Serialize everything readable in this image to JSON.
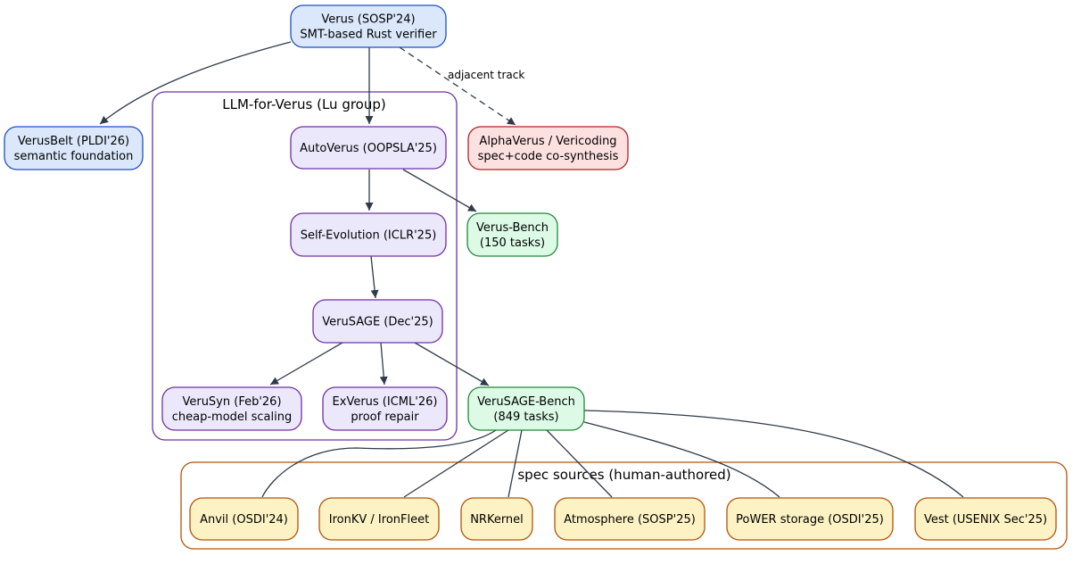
{
  "colors": {
    "edge": "#2f3a4a",
    "blue_fill": "#dbe8fb",
    "blue_stroke": "#1f4fc8",
    "purple_fill": "#ece8fc",
    "purple_stroke": "#7030a0",
    "red_fill": "#fde1e1",
    "red_stroke": "#b22222",
    "green_fill": "#dcfae6",
    "green_stroke": "#218838",
    "yellow_fill": "#fdf2c4",
    "yellow_stroke": "#b45309",
    "cluster_purple": "#7030a0",
    "cluster_orange": "#b45309"
  },
  "clusters": {
    "llm_for_verus": {
      "label": "LLM-for-Verus (Lu group)"
    },
    "spec_sources": {
      "label": "spec sources (human-authored)"
    }
  },
  "nodes": {
    "verus": {
      "lines": [
        "Verus (SOSP'24)",
        "SMT-based Rust verifier"
      ]
    },
    "verusbelt": {
      "lines": [
        "VerusBelt (PLDI'26)",
        "semantic foundation"
      ]
    },
    "autoverus": {
      "lines": [
        "AutoVerus (OOPSLA'25)"
      ]
    },
    "alphaverus": {
      "lines": [
        "AlphaVerus / Vericoding",
        "spec+code co-synthesis"
      ]
    },
    "verus_bench": {
      "lines": [
        "Verus-Bench",
        "(150 tasks)"
      ]
    },
    "self_evolution": {
      "lines": [
        "Self-Evolution (ICLR'25)"
      ]
    },
    "verusage": {
      "lines": [
        "VeruSAGE (Dec'25)"
      ]
    },
    "verusyn": {
      "lines": [
        "VeruSyn (Feb'26)",
        "cheap-model scaling"
      ]
    },
    "exverus": {
      "lines": [
        "ExVerus (ICML'26)",
        "proof repair"
      ]
    },
    "verusage_bench": {
      "lines": [
        "VeruSAGE-Bench",
        "(849 tasks)"
      ]
    },
    "anvil": {
      "lines": [
        "Anvil (OSDI'24)"
      ]
    },
    "ironkv": {
      "lines": [
        "IronKV / IronFleet"
      ]
    },
    "nrkernel": {
      "lines": [
        "NRKernel"
      ]
    },
    "atmosphere": {
      "lines": [
        "Atmosphere (SOSP'25)"
      ]
    },
    "power_storage": {
      "lines": [
        "PoWER storage (OSDI'25)"
      ]
    },
    "vest": {
      "lines": [
        "Vest (USENIX Sec'25)"
      ]
    }
  },
  "edges": {
    "verus_alphaverus": {
      "label": "adjacent track"
    }
  }
}
